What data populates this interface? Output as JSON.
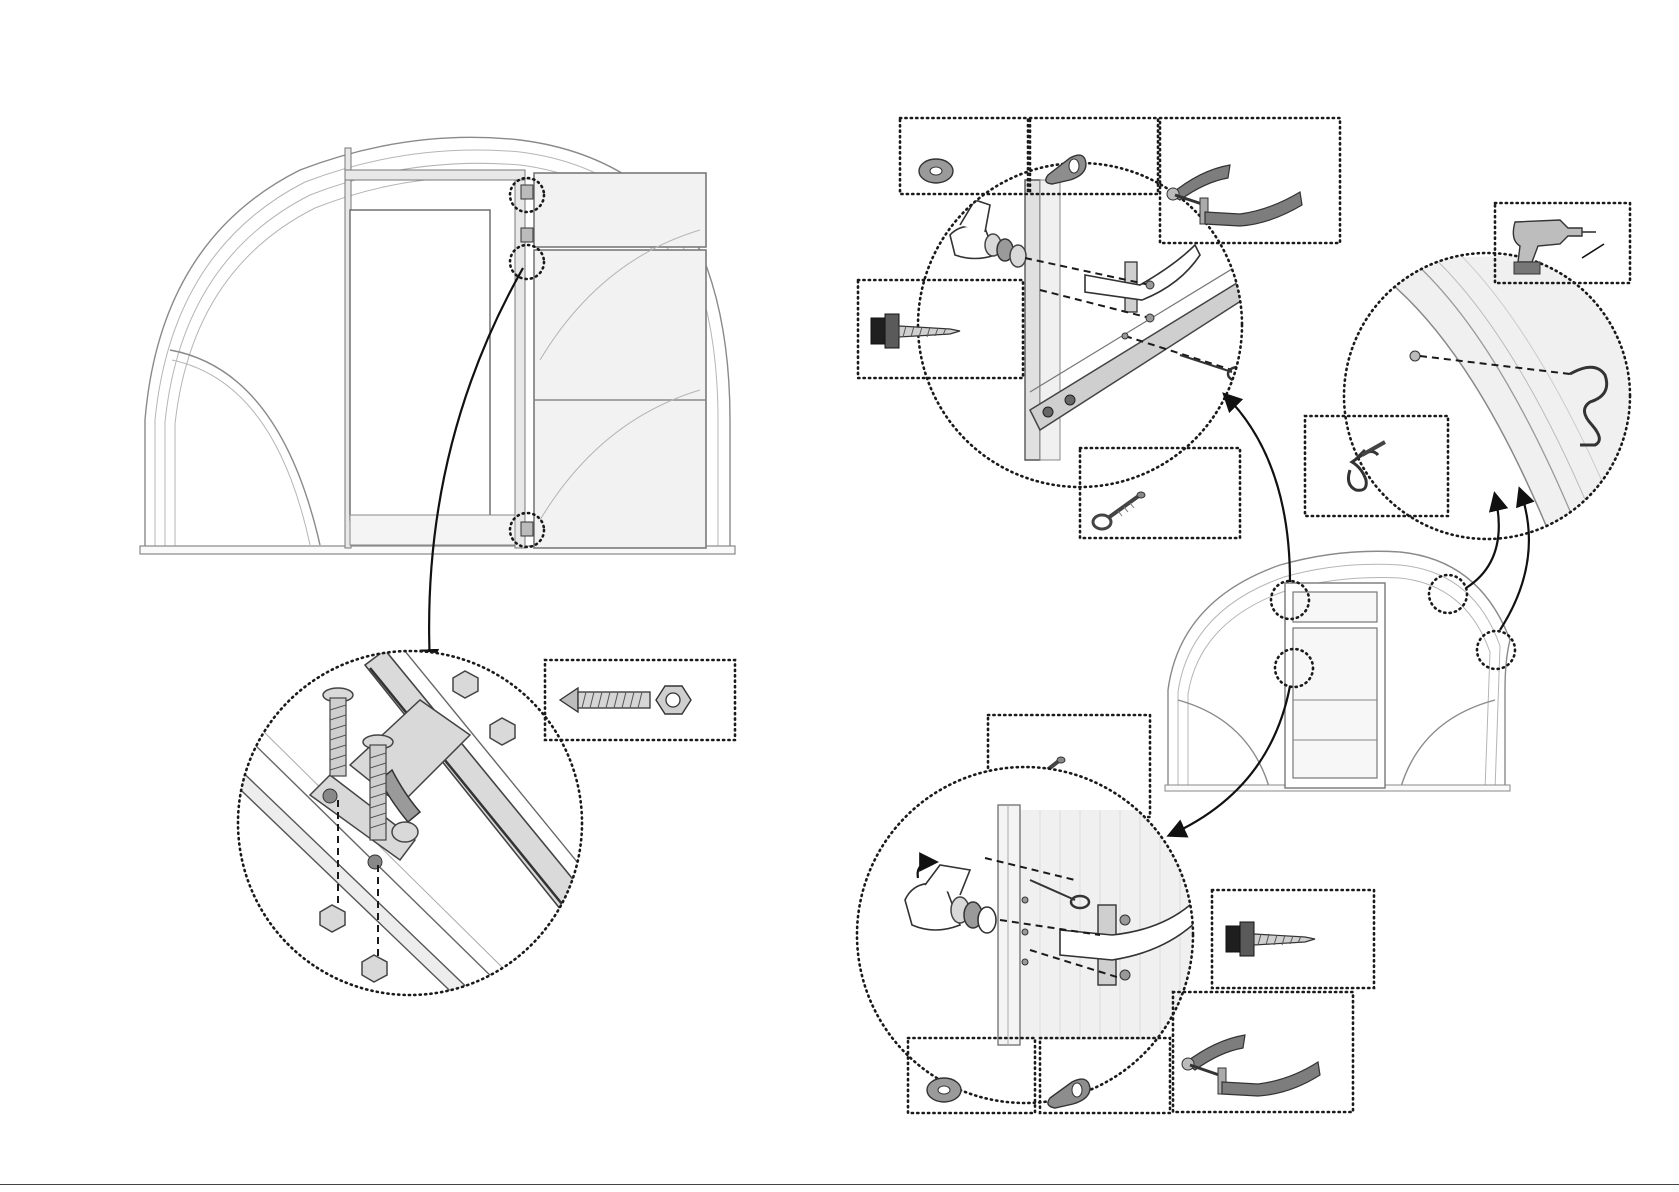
{
  "page": {
    "number": ""
  },
  "figure": {
    "left_views": [
      "greenhouse-front-door-open",
      "door-hinge-detail"
    ],
    "right_views": [
      "upper-latch-detail",
      "roof-hook-detail",
      "greenhouse-front-door-closed",
      "lower-latch-detail"
    ],
    "parts": [
      {
        "id": "countersunk-bolt-and-nut",
        "icon": "bolt-nut-icon"
      },
      {
        "id": "washer",
        "icon": "washer-icon"
      },
      {
        "id": "cam-lever",
        "icon": "cam-lever-icon"
      },
      {
        "id": "door-handle",
        "icon": "door-handle-icon"
      },
      {
        "id": "self-drilling-screw",
        "icon": "screw-icon"
      },
      {
        "id": "eye-bolt",
        "icon": "eye-bolt-icon"
      },
      {
        "id": "s-hook",
        "icon": "s-hook-icon"
      },
      {
        "id": "cordless-drill",
        "icon": "drill-icon"
      }
    ]
  },
  "colors": {
    "line": "#1a1a1a",
    "frame": "#8a8a8a",
    "panel": "#f2f2f2"
  }
}
